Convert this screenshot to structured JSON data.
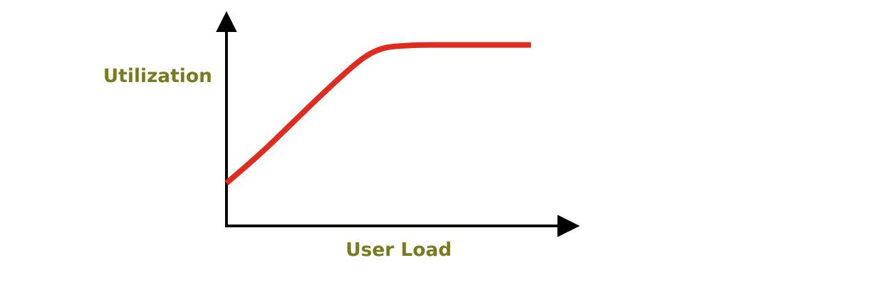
{
  "chart_data": {
    "type": "line",
    "title": "",
    "xlabel": "User Load",
    "ylabel": "Utilization",
    "xlim": [
      0,
      1
    ],
    "ylim": [
      0,
      1
    ],
    "grid": false,
    "series": [
      {
        "x": [
          0.0,
          0.1,
          0.2,
          0.3,
          0.4,
          0.45,
          0.5,
          0.55,
          0.6,
          0.7,
          0.8,
          0.9,
          0.95
        ],
        "y": [
          0.22,
          0.36,
          0.52,
          0.68,
          0.83,
          0.89,
          0.92,
          0.925,
          0.93,
          0.93,
          0.93,
          0.93,
          0.93
        ],
        "color": "#e22b1f"
      }
    ],
    "axis_color": "#000000",
    "label_color": "#7a7a1e"
  }
}
